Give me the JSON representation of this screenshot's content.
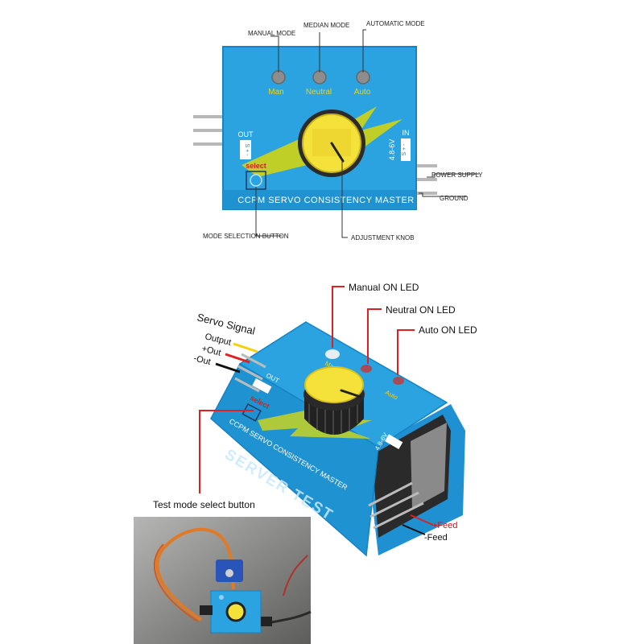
{
  "top_diagram": {
    "callouts": {
      "manual_mode": "MANUAL MODE",
      "median_mode": "MEDIAN MODE",
      "automatic_mode": "AUTOMATIC MODE",
      "power_supply": "POWER SUPPLY",
      "ground": "GROUND",
      "mode_selection_button": "MODE SELECTION BUTTON",
      "adjustment_knob": "ADJUSTMENT KNOB"
    },
    "board": {
      "led_man": "Man",
      "led_neutral": "Neutral",
      "led_auto": "Auto",
      "out_label": "OUT",
      "out_pins": "S + -",
      "in_label": "IN",
      "in_voltage": "4.8-6V",
      "in_pins": "S + -",
      "select_label": "select",
      "title": "CCPM SERVO CONSISTENCY MASTER"
    },
    "colors": {
      "board": "#2aa3e0",
      "board_dark": "#1583c4",
      "knob": "#f4e13a",
      "bolt": "#c8d21e"
    }
  },
  "bottom_diagram": {
    "callouts": {
      "manual_on_led": "Manual ON LED",
      "neutral_on_led": "Neutral ON LED",
      "auto_on_led": "Auto ON LED",
      "servo_signal": "Servo Signal",
      "output": "Output",
      "plus_out": "+Out",
      "minus_out": "-Out",
      "test_mode_select_button": "Test mode select button",
      "plus_feed": "+Feed",
      "minus_feed": "-Feed"
    },
    "board": {
      "led_man": "Man",
      "led_auto": "Auto",
      "out_label": "OUT",
      "select_label": "select",
      "voltage": "4.8-6V",
      "title": "CCPM SERVO CONSISTENCY MASTER",
      "front_text": "SERVER TEST"
    },
    "colors": {
      "callout_line": "#e02020",
      "wire_yellow": "#f2d200",
      "wire_red": "#e02020",
      "wire_black": "#111111"
    }
  }
}
